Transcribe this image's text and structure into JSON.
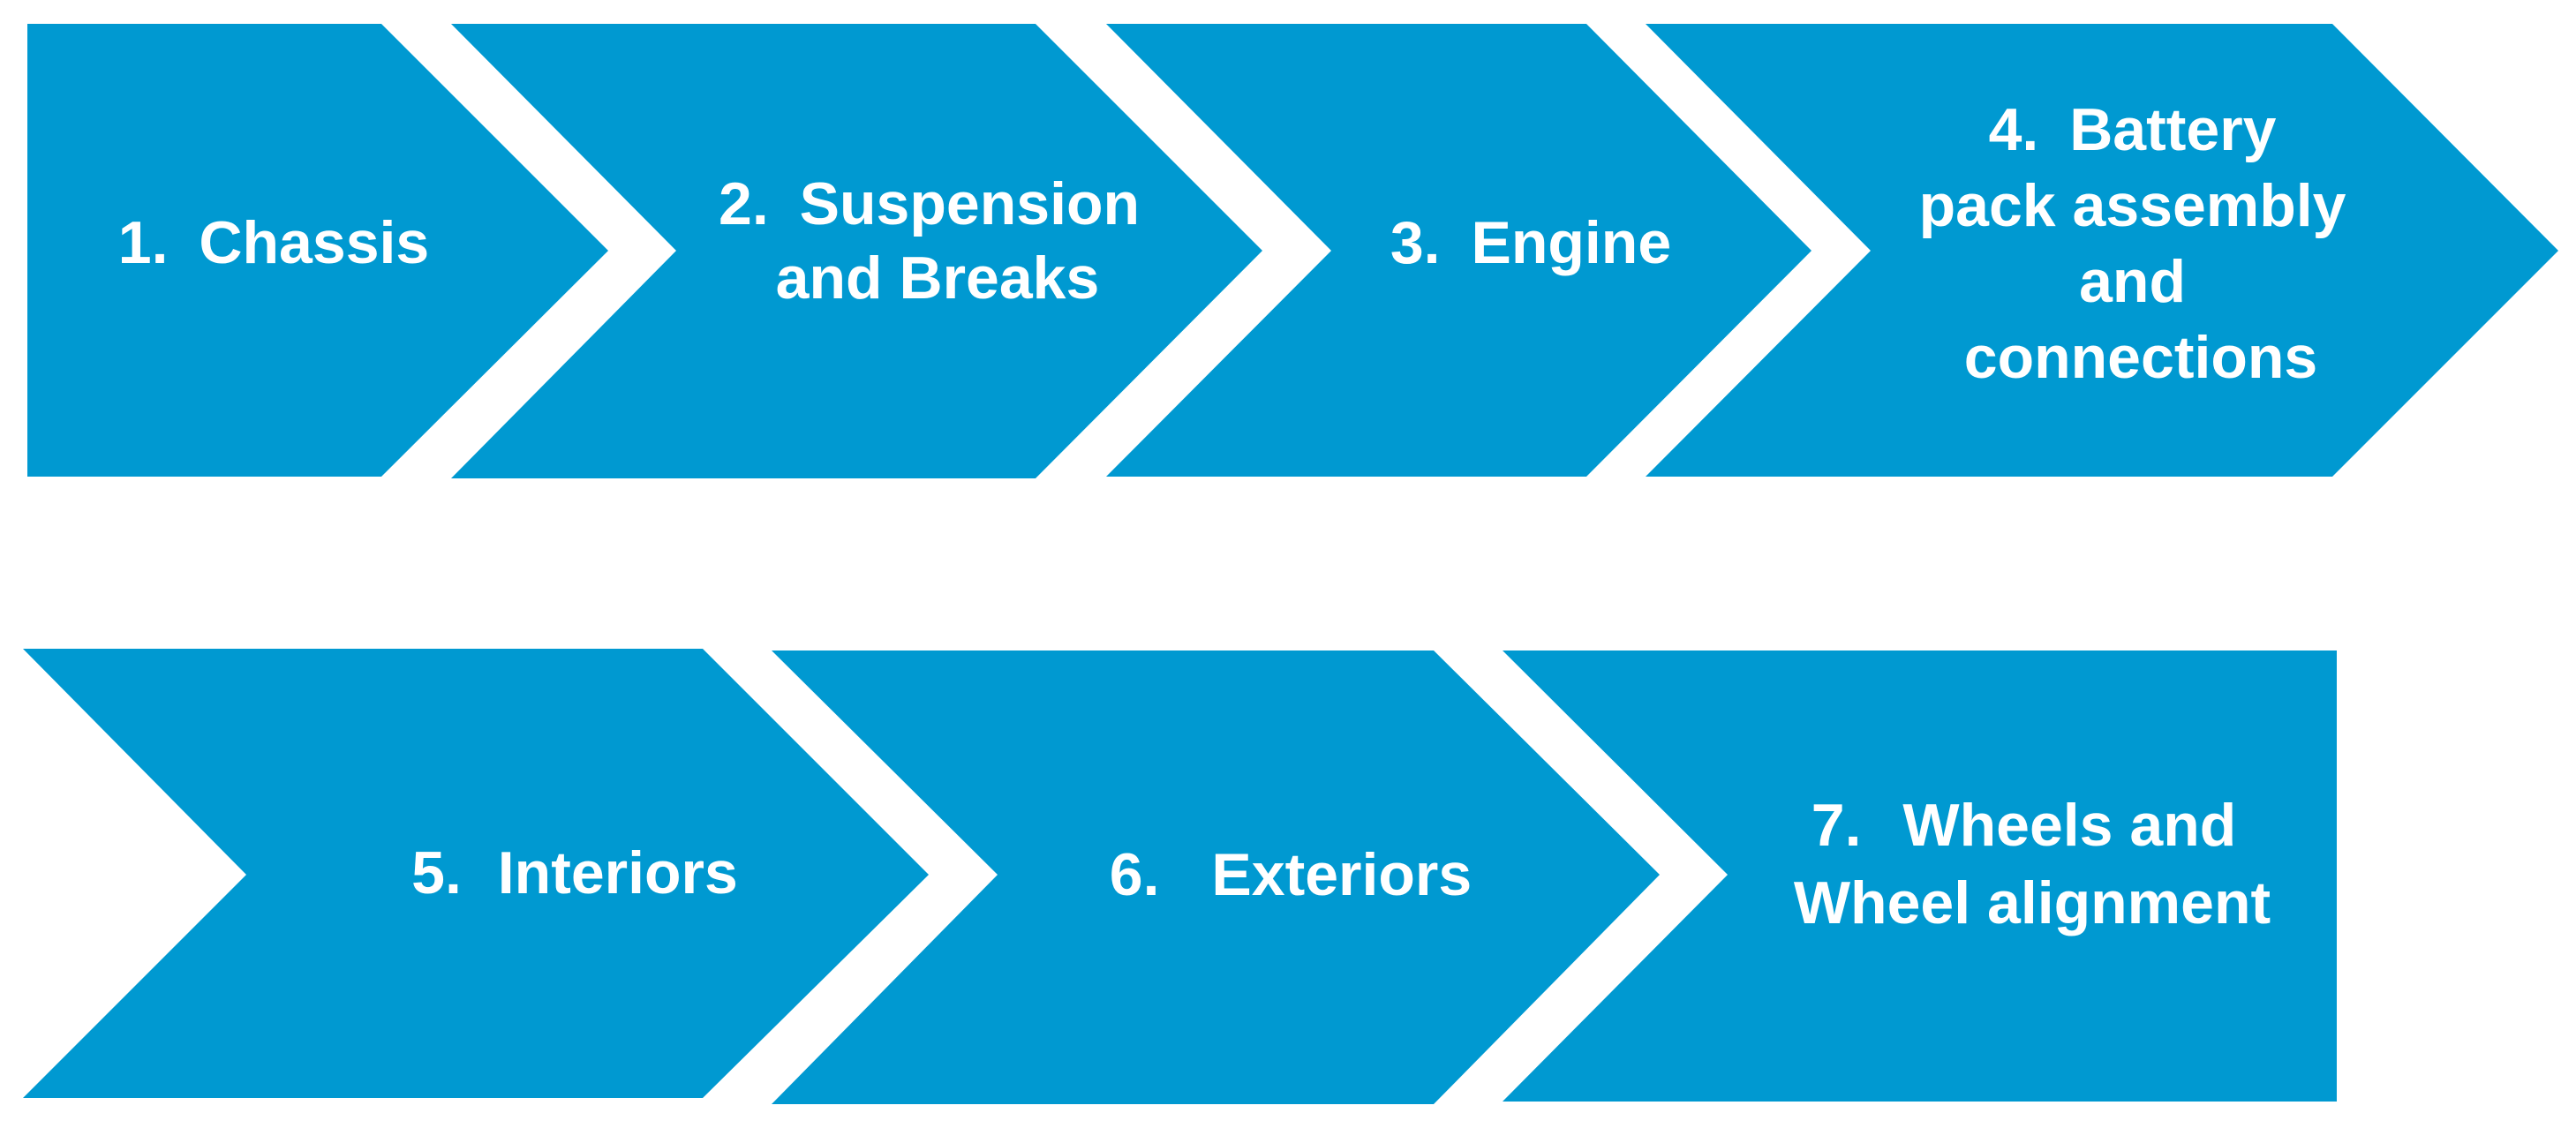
{
  "process_steps": [
    {
      "number": "1.",
      "text": "Chassis"
    },
    {
      "number": "2.",
      "text": "Suspension and Breaks"
    },
    {
      "number": "3.",
      "text": "Engine"
    },
    {
      "number": "4.",
      "text": "Battery pack assembly and connections"
    },
    {
      "number": "5.",
      "text": "Interiors"
    },
    {
      "number": "6.",
      "text": "Exteriors"
    },
    {
      "number": "7.",
      "text": "Wheels and Wheel alignment"
    }
  ],
  "colors": {
    "arrow_fill": "#0099d1",
    "label_text": "#ffffff",
    "background": "#ffffff"
  }
}
